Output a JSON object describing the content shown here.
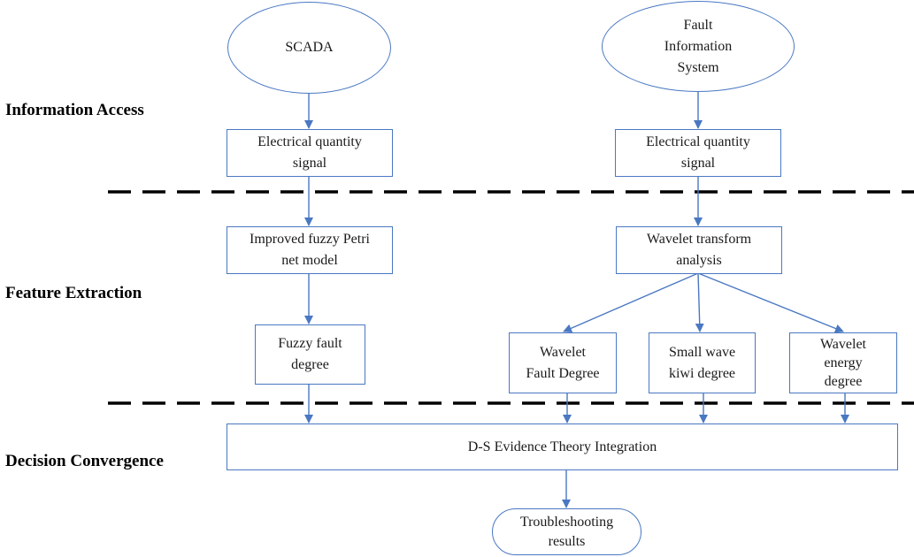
{
  "stages": {
    "information_access": "Information Access",
    "feature_extraction": "Feature Extraction",
    "decision_convergence": "Decision Convergence"
  },
  "nodes": {
    "scada": "SCADA",
    "fault_info_system": [
      "Fault",
      "Information",
      "System"
    ],
    "eq_signal_left": [
      "Electrical quantity",
      "signal"
    ],
    "eq_signal_right": [
      "Electrical quantity",
      "signal"
    ],
    "fuzzy_petri": [
      "Improved fuzzy Petri",
      "net model"
    ],
    "wavelet_transform": [
      "Wavelet transform",
      "analysis"
    ],
    "fuzzy_fault_degree": [
      "Fuzzy fault",
      "degree"
    ],
    "wavelet_fault_degree": [
      "Wavelet",
      "Fault Degree"
    ],
    "small_wave_kiwi": [
      "Small wave",
      "kiwi degree"
    ],
    "wavelet_energy": [
      "Wavelet",
      "energy",
      "degree"
    ],
    "ds_integration": "D-S Evidence Theory Integration",
    "troubleshooting": [
      "Troubleshooting",
      "results"
    ]
  },
  "colors": {
    "node_border": "#4a78c2",
    "arrow": "#4a78c2",
    "divider": "#000000"
  }
}
